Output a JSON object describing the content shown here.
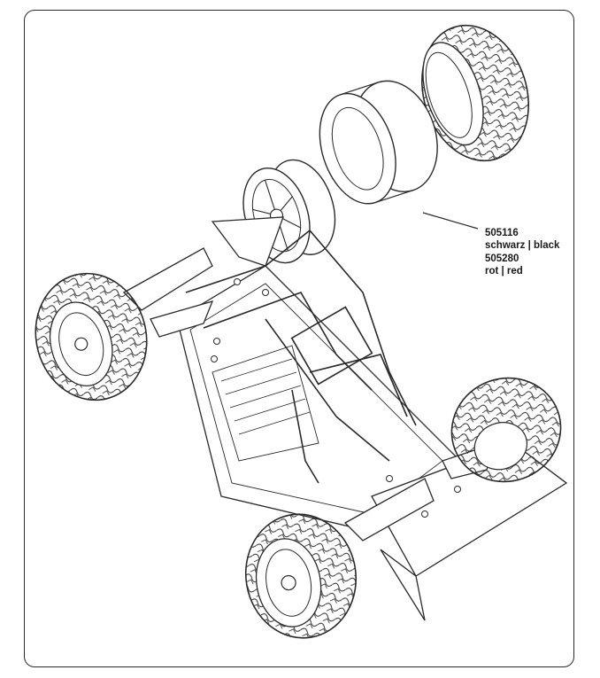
{
  "parts_callout": {
    "part_number_black": "505116",
    "color_black": "schwarz | black",
    "part_number_red": "505280",
    "color_red": "rot | red"
  },
  "exploded_parts": [
    "tire",
    "foam-insert",
    "wheel-rim"
  ],
  "line_color": "#2a2a2a"
}
